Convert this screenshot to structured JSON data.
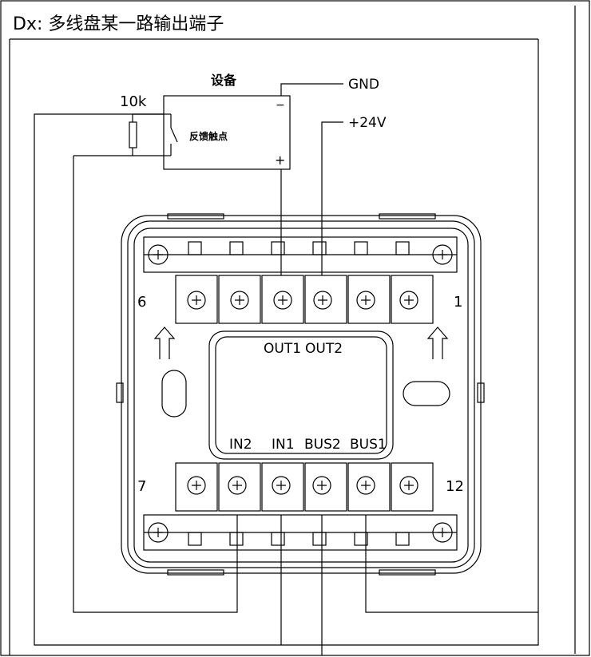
{
  "title": "Dx: 多线盘某一路输出端子",
  "device": {
    "label": "设备",
    "contact_label": "反馈触点",
    "minus": "−",
    "plus": "+"
  },
  "resistor_label": "10k",
  "supply": {
    "gnd": "GND",
    "v24": "+24V"
  },
  "module": {
    "terminal_num_top_left": "6",
    "terminal_num_top_right": "1",
    "terminal_num_bottom_left": "7",
    "terminal_num_bottom_right": "12",
    "top_labels": [
      "OUT1",
      "OUT2"
    ],
    "bottom_labels": [
      "IN2",
      "IN1",
      "BUS2",
      "BUS1"
    ]
  },
  "colors": {
    "line": "#000000",
    "background": "#ffffff"
  }
}
